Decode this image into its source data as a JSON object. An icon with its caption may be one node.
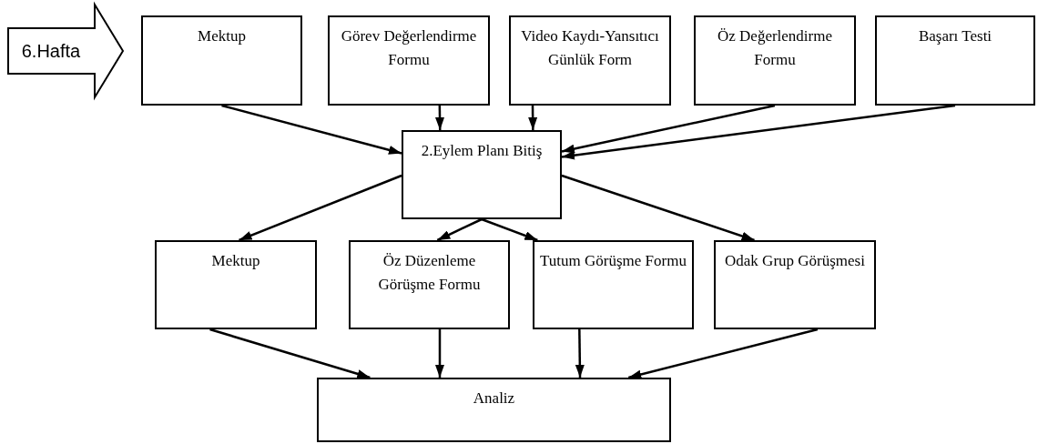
{
  "diagram": {
    "nodes": [
      {
        "text": [
          "6.Hafta"
        ]
      },
      {
        "text": [
          "Mektup"
        ]
      },
      {
        "text": [
          "Görev Değerlendirme Formu"
        ]
      },
      {
        "text": [
          "Video Kaydı-Yansıtıcı Günlük Form"
        ]
      },
      {
        "text": [
          "Öz Değerlendirme Formu"
        ]
      },
      {
        "text": [
          "Başarı Testi"
        ]
      },
      {
        "text": [
          "2.Eylem Planı Bitiş"
        ]
      },
      {
        "text": [
          "Mektup"
        ]
      },
      {
        "text": [
          "Öz Düzenleme Görüşme Formu"
        ]
      },
      {
        "text": [
          "Tutum Görüşme Formu"
        ]
      },
      {
        "text": [
          "Odak Grup Görüşmesi"
        ]
      },
      {
        "text": [
          "Analiz"
        ]
      }
    ],
    "edges": [
      {
        "from": 1,
        "to": 6,
        "arrow": "to"
      },
      {
        "from": 2,
        "to": 6,
        "arrow": "to"
      },
      {
        "from": 3,
        "to": 6,
        "arrow": "to"
      },
      {
        "from": 4,
        "to": 6,
        "arrow": "to"
      },
      {
        "from": 5,
        "to": 6,
        "arrow": "to"
      },
      {
        "from": 6,
        "to": 7,
        "arrow": "to"
      },
      {
        "from": 6,
        "to": 8,
        "arrow": "to"
      },
      {
        "from": 6,
        "to": 9,
        "arrow": "to"
      },
      {
        "from": 6,
        "to": 10,
        "arrow": "to"
      },
      {
        "from": 7,
        "to": 11,
        "arrow": "to"
      },
      {
        "from": 8,
        "to": 11,
        "arrow": "to"
      },
      {
        "from": 9,
        "to": 11,
        "arrow": "to"
      },
      {
        "from": 10,
        "to": 11,
        "arrow": "to"
      }
    ]
  }
}
